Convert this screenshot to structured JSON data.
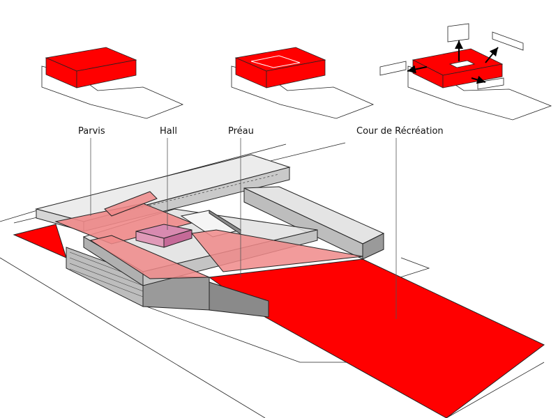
{
  "labels": {
    "parvis": "Parvis",
    "hall": "Hall",
    "preau": "Préau",
    "cour": "Cour de Récréation"
  },
  "colors": {
    "red": "#ff0000",
    "pink": "#f08a8a",
    "magenta": "#d88ab0",
    "grey_light": "#eeeeee",
    "grey_mid": "#cfcfcf",
    "grey_dark": "#9a9a9a",
    "line": "#222222"
  }
}
